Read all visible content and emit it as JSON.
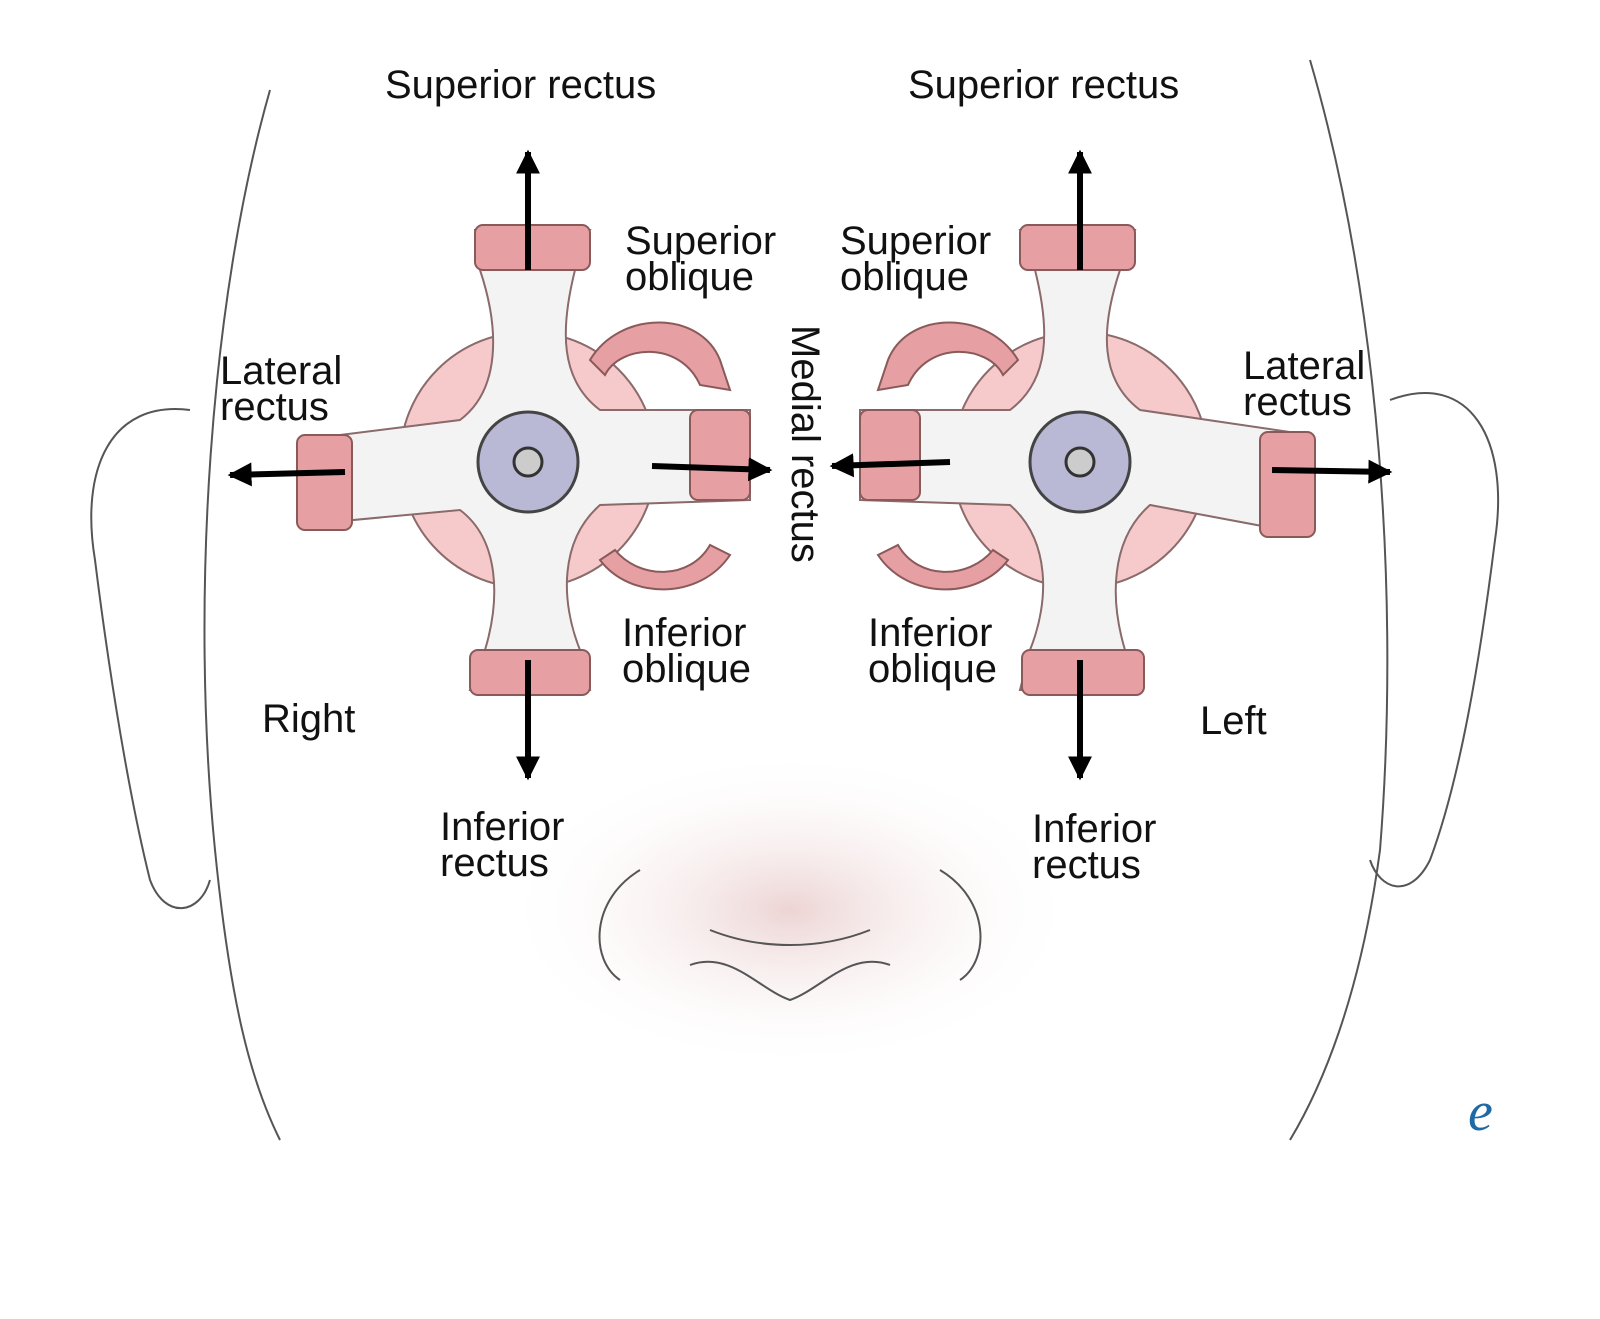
{
  "labels": {
    "right_superior_rectus": "Superior rectus",
    "left_superior_rectus": "Superior rectus",
    "right_superior_oblique_1": "Superior",
    "right_superior_oblique_2": "oblique",
    "left_superior_oblique_1": "Superior",
    "left_superior_oblique_2": "oblique",
    "right_lateral_rectus_1": "Lateral",
    "right_lateral_rectus_2": "rectus",
    "left_lateral_rectus_1": "Lateral",
    "left_lateral_rectus_2": "rectus",
    "medial_rectus": "Medial rectus",
    "right_inferior_oblique_1": "Inferior",
    "right_inferior_oblique_2": "oblique",
    "left_inferior_oblique_1": "Inferior",
    "left_inferior_oblique_2": "oblique",
    "right_side": "Right",
    "left_side": "Left",
    "right_inferior_rectus_1": "Inferior",
    "right_inferior_rectus_2": "rectus",
    "left_inferior_rectus_1": "Inferior",
    "left_inferior_rectus_2": "rectus"
  },
  "logo": "e",
  "colors": {
    "muscle_tip": "#e6a0a3",
    "globe": "#f6caca",
    "iris": "#b9b9d6",
    "logo": "#1f6aa5"
  }
}
